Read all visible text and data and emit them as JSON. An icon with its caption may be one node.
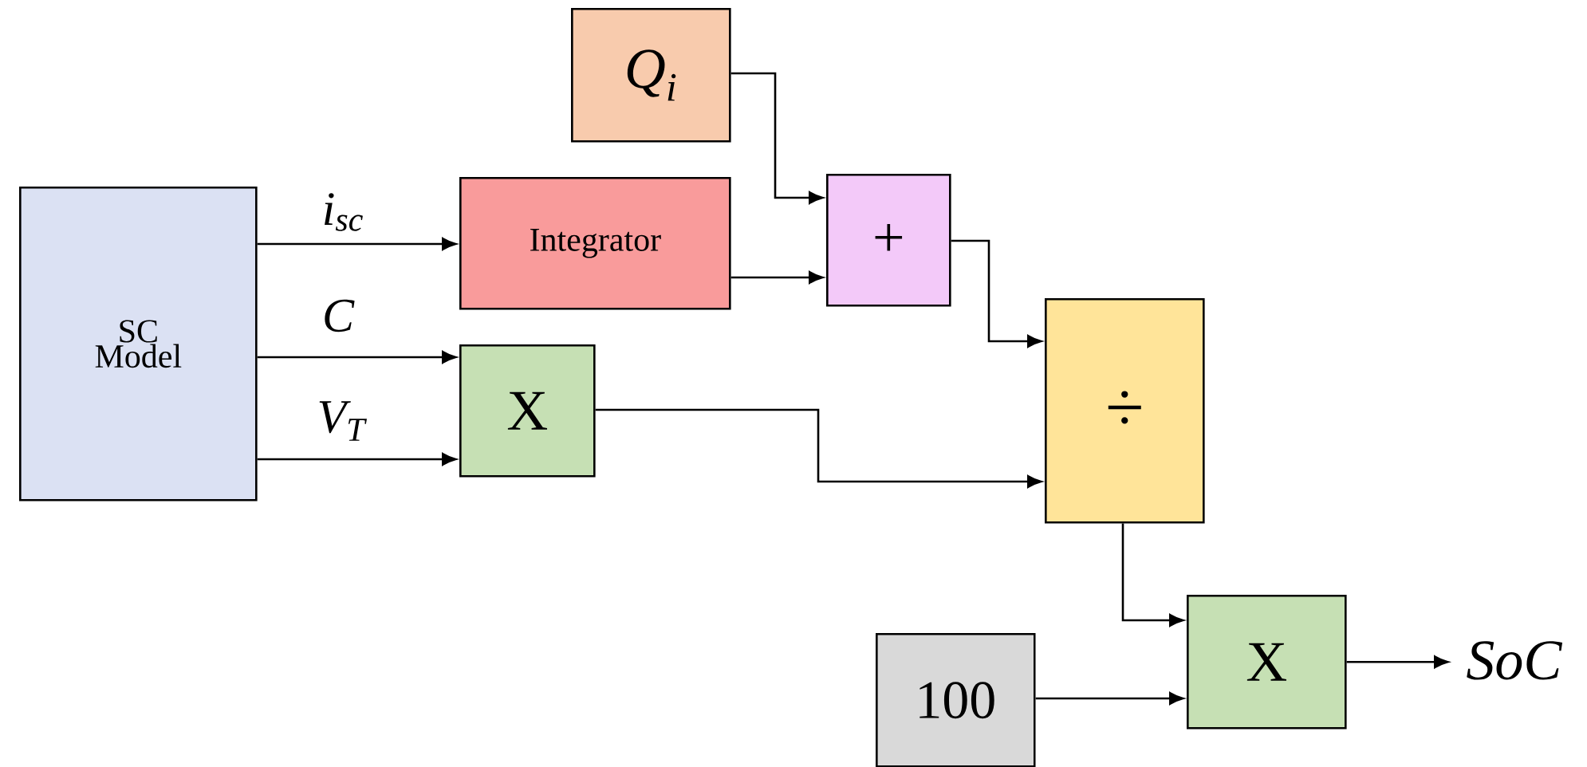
{
  "diagram": {
    "nodes": [
      {
        "text": [
          "SC Model"
        ]
      },
      {
        "text": [
          "Q$_{i}$"
        ]
      },
      {
        "text": [
          "Integrator"
        ]
      },
      {
        "text": [
          "X"
        ]
      },
      {
        "text": [
          "+"
        ]
      },
      {
        "text": [
          "÷"
        ]
      },
      {
        "text": [
          "100"
        ]
      },
      {
        "text": [
          "X"
        ]
      },
      {
        "text": [
          "SoC"
        ]
      }
    ],
    "edges": [
      {
        "from": 0,
        "to": 2,
        "arrow": "to",
        "label": "i$_{sc}$"
      },
      {
        "from": 0,
        "to": 3,
        "arrow": "to",
        "label": "C"
      },
      {
        "from": 0,
        "to": 3,
        "arrow": "to",
        "label": "V$_{T}$"
      },
      {
        "from": 1,
        "to": 4,
        "arrow": "to"
      },
      {
        "from": 2,
        "to": 4,
        "arrow": "to"
      },
      {
        "from": 4,
        "to": 5,
        "arrow": "to"
      },
      {
        "from": 3,
        "to": 5,
        "arrow": "to"
      },
      {
        "from": 5,
        "to": 7,
        "arrow": "to"
      },
      {
        "from": 6,
        "to": 7,
        "arrow": "to"
      },
      {
        "from": 7,
        "to": 8,
        "arrow": "to"
      }
    ]
  }
}
